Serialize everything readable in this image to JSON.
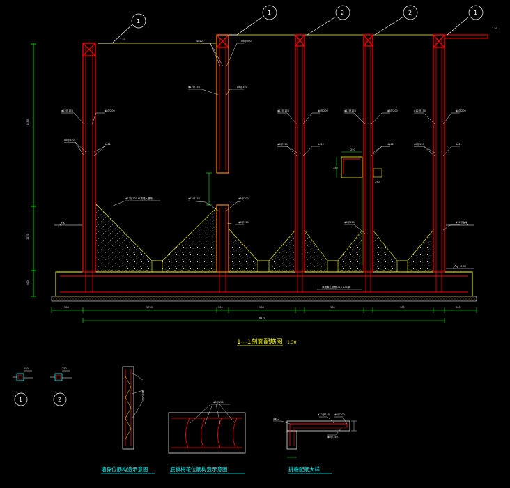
{
  "drawing": {
    "section_title": "1—1剖面配筋图",
    "section_scale": "1:30",
    "axis_tags": [
      "1",
      "1",
      "2",
      "2",
      "1"
    ],
    "top_elev": "1.50",
    "ground_elev": "-0.30",
    "base_note": "素混凝土垫层 C15 100厚",
    "height_dims": [
      "1450",
      "1250",
      "400"
    ],
    "bottom_dims": [
      "300",
      "1750",
      "300",
      "900",
      "900",
      "900",
      "300"
    ],
    "overall_dim": "6170",
    "pit_note": "ϕ12@200 纵筋锚入基础",
    "box_dims": [
      "250",
      "250",
      "250"
    ],
    "rebar_labels": {
      "main": "ϕ12@150",
      "tie": "ϕ8@200",
      "corner": "4ϕ12",
      "stirrup": "ϕ8@150"
    },
    "detail_circles": [
      "1",
      "2"
    ],
    "detail_dims": [
      "250",
      "250"
    ],
    "subtitles": {
      "wall": "墙身位筋构造示意图",
      "base": "底板梅花位筋构造示意图",
      "overhang": "挑檐配筋大样"
    },
    "colors": {
      "background": "#000000",
      "column": "#ff0000",
      "rebar": "#ffff00",
      "dim": "#00ff00",
      "title": "#ffff00",
      "subtitle": "#00ffff",
      "concrete": "#ffffff",
      "leader": "#ffffff"
    }
  }
}
